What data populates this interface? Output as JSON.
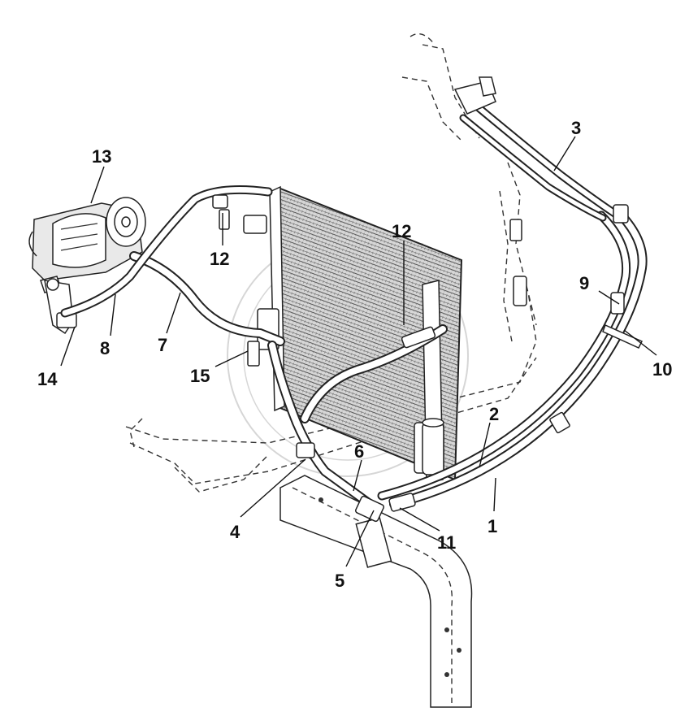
{
  "callouts": [
    {
      "id": "c13",
      "label": "13"
    },
    {
      "id": "c3",
      "label": "3"
    },
    {
      "id": "c12a",
      "label": "12"
    },
    {
      "id": "c12b",
      "label": "12"
    },
    {
      "id": "c9",
      "label": "9"
    },
    {
      "id": "c10",
      "label": "10"
    },
    {
      "id": "c8",
      "label": "8"
    },
    {
      "id": "c7",
      "label": "7"
    },
    {
      "id": "c14",
      "label": "14"
    },
    {
      "id": "c15",
      "label": "15"
    },
    {
      "id": "c2",
      "label": "2"
    },
    {
      "id": "c6",
      "label": "6"
    },
    {
      "id": "c4",
      "label": "4"
    },
    {
      "id": "c1",
      "label": "1"
    },
    {
      "id": "c11",
      "label": "11"
    },
    {
      "id": "c5",
      "label": "5"
    }
  ],
  "colors": {
    "line": "#222222",
    "background": "#ffffff",
    "watermark": "#bbbbbb",
    "condenser_fill": "#cfcfcf"
  }
}
